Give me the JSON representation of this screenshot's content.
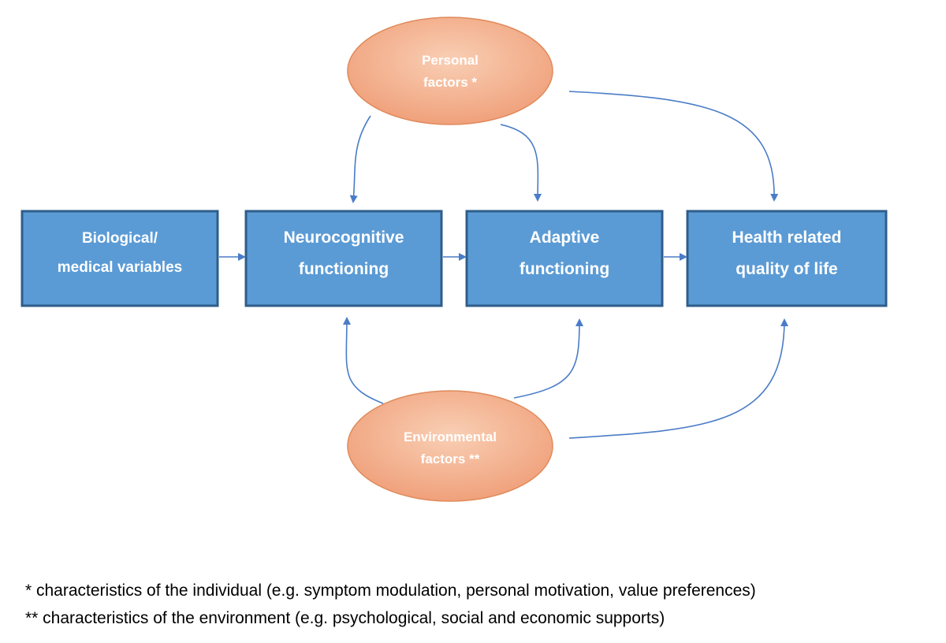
{
  "diagram": {
    "boxes": {
      "biological": {
        "line1": "Biological/",
        "line2": "medical variables"
      },
      "neurocognitive": {
        "line1": "Neurocognitive",
        "line2": "functioning"
      },
      "adaptive": {
        "line1": "Adaptive",
        "line2": "functioning"
      },
      "hrqol": {
        "line1": "Health related",
        "line2": "quality of life"
      }
    },
    "ellipses": {
      "personal": {
        "line1": "Personal",
        "line2": "factors *"
      },
      "environmental": {
        "line1": "Environmental",
        "line2": "factors **"
      }
    },
    "colors": {
      "box_fill": "#5b9bd5",
      "box_border": "#2f5d8a",
      "ellipse_fill_light": "#f8c6a8",
      "ellipse_fill_dark": "#f0a07a",
      "arrow": "#4a7cc7"
    }
  },
  "footnotes": {
    "personal": "* characteristics of the individual (e.g. symptom modulation, personal motivation, value preferences)",
    "environmental": "** characteristics of the environment (e.g. psychological, social and economic supports)"
  }
}
